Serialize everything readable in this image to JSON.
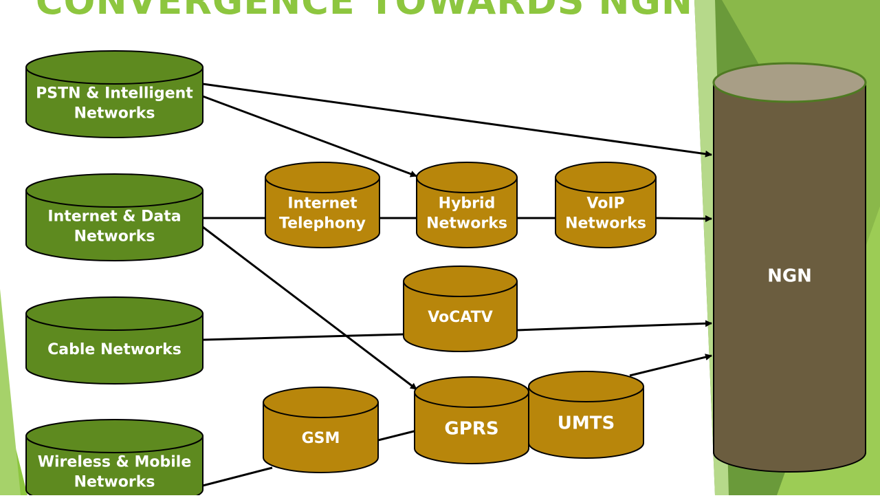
{
  "slide": {
    "title": "CONVERGENCE TOWARDS NGN",
    "colors": {
      "green_cylinder": "#5e8a1f",
      "gold_cylinder": "#b8860b",
      "ngn_body": "#6b5d3f",
      "ngn_top": "#a89e86",
      "accent_green": "#8dc63f"
    }
  },
  "nodes": {
    "pstn": {
      "label": [
        "PSTN & Intelligent",
        "Networks"
      ]
    },
    "internet": {
      "label": [
        "Internet & Data",
        "Networks"
      ]
    },
    "cable": {
      "label": [
        "Cable Networks"
      ]
    },
    "wireless": {
      "label": [
        "Wireless & Mobile",
        "Networks"
      ]
    },
    "internet_telephony": {
      "label": [
        "Internet",
        "Telephony"
      ]
    },
    "hybrid": {
      "label": [
        "Hybrid",
        "Networks"
      ]
    },
    "voip": {
      "label": [
        "VoIP",
        "Networks"
      ]
    },
    "vocatv": {
      "label": [
        "VoCATV"
      ]
    },
    "gsm": {
      "label": [
        "GSM"
      ]
    },
    "gprs": {
      "label": [
        "GPRS"
      ]
    },
    "umts": {
      "label": [
        "UMTS"
      ]
    },
    "ngn": {
      "label": [
        "NGN"
      ]
    }
  }
}
